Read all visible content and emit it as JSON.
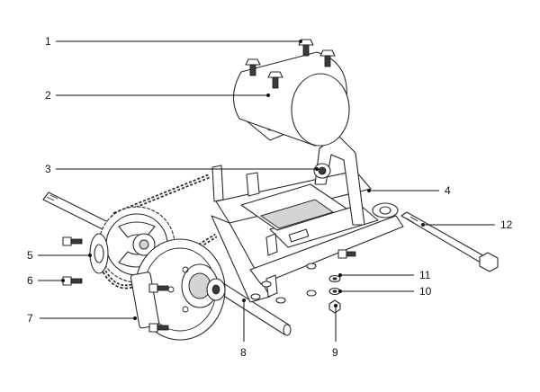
{
  "callouts": [
    {
      "id": "1",
      "label": "1"
    },
    {
      "id": "2",
      "label": "2"
    },
    {
      "id": "3",
      "label": "3"
    },
    {
      "id": "4",
      "label": "4"
    },
    {
      "id": "5",
      "label": "5"
    },
    {
      "id": "6",
      "label": "6"
    },
    {
      "id": "7",
      "label": "7"
    },
    {
      "id": "8",
      "label": "8"
    },
    {
      "id": "9",
      "label": "9"
    },
    {
      "id": "10",
      "label": "10"
    },
    {
      "id": "11",
      "label": "11"
    },
    {
      "id": "12",
      "label": "12"
    }
  ],
  "colors": {
    "line": "#2a2a2a",
    "fill": "#ffffff",
    "shade": "#d4d4d4"
  }
}
